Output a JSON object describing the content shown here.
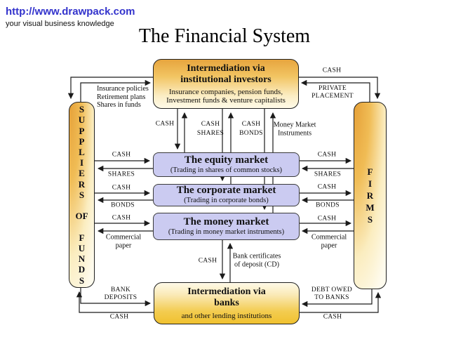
{
  "header": {
    "url": "http://www.drawpack.com",
    "tagline": "your visual business knowledge",
    "title": "The Financial System"
  },
  "colors": {
    "link_blue": "#3333cc",
    "box_gold": "#e7a53e",
    "box_gold_pale": "#fefae8",
    "market_lavender": "#cbcbf1",
    "line_black": "#1b1b1b"
  },
  "boxes": {
    "institutional": {
      "title": "Intermediation via\ninstitutional investors",
      "subtitle": "Insurance companies, pension funds,\nInvestment funds & venture capitalists"
    },
    "equity": {
      "title": "The equity market",
      "subtitle": "(Trading in shares of common stocks)"
    },
    "corporate": {
      "title": "The corporate market",
      "subtitle": "(Trading in corporate bonds)"
    },
    "money": {
      "title": "The money market",
      "subtitle": "(Trading in money market instruments)"
    },
    "banks": {
      "title": "Intermediation via\nbanks",
      "subtitle": "and other lending institutions"
    },
    "suppliers": {
      "letters": "S\nU\nP\nP\nL\nI\nE\nR\nS\n\nOF\n\nF\nU\nN\nD\nS"
    },
    "firms": {
      "letters": "F\nI\nR\nM\nS"
    }
  },
  "labels": {
    "top_left_flows": "Insurance policies\nRetirement plans\nShares in funds",
    "top_right_cash": "CASH",
    "private_placement": "PRIVATE\nPLACEMENT",
    "mid_cash": "CASH",
    "mid_cash_shares": "CASH\nSHARES",
    "mid_cash_bonds": "CASH\nBONDS",
    "money_market_instruments": "Money Market\nInstruments",
    "left_equity_cash": "CASH",
    "left_equity_shares": "SHARES",
    "left_corporate_cash": "CASH",
    "left_corporate_bonds": "BONDS",
    "left_money_cash": "CASH",
    "left_commercial_paper": "Commercial\npaper",
    "right_equity_cash": "CASH",
    "right_equity_shares": "SHARES",
    "right_corporate_cash": "CASH",
    "right_corporate_bonds": "BONDS",
    "right_money_cash": "CASH",
    "right_commercial_paper": "Commercial\npaper",
    "bank_cash_down": "CASH",
    "bank_cd": "Bank certificates\nof deposit (CD)",
    "bank_deposits": "BANK\nDEPOSITS",
    "bottom_left_cash": "CASH",
    "debt_owed": "DEBT OWED\nTO BANKS",
    "bottom_right_cash": "CASH"
  }
}
